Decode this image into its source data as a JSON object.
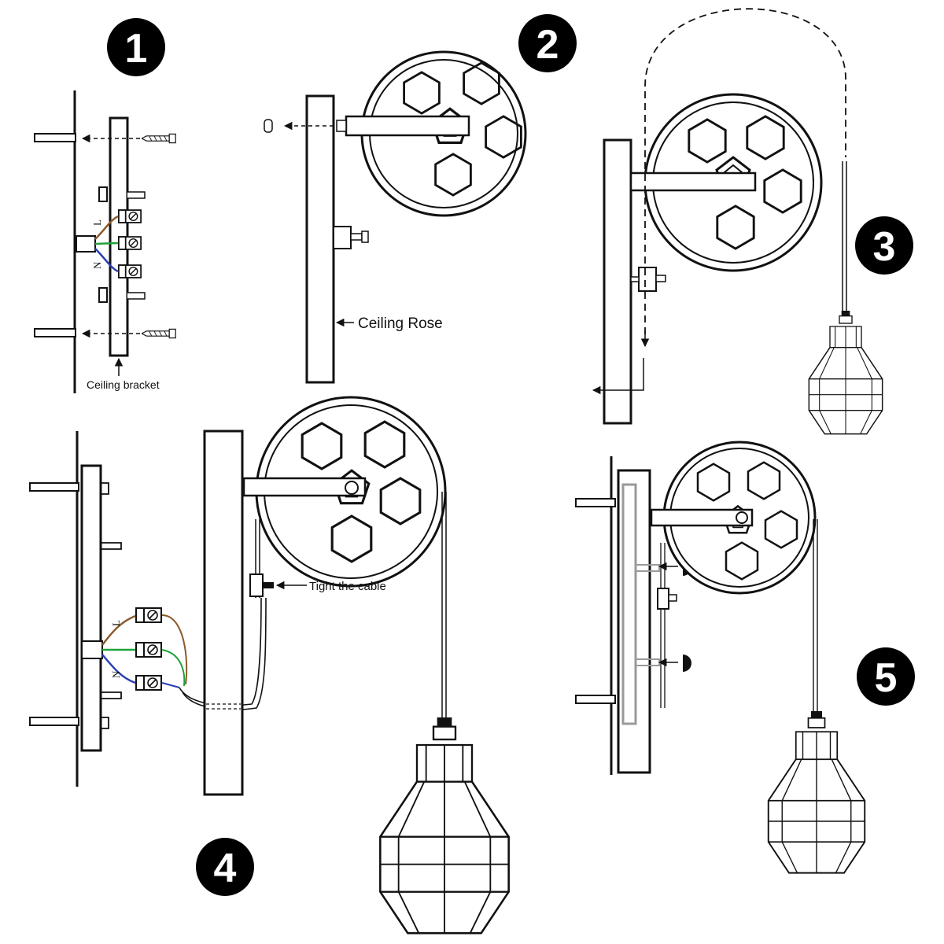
{
  "steps": [
    {
      "number": "1",
      "labels": {
        "ceiling_bracket": "Ceiling bracket"
      }
    },
    {
      "number": "2",
      "labels": {
        "ceiling_rose": "Ceiling Rose"
      }
    },
    {
      "number": "3"
    },
    {
      "number": "4",
      "labels": {
        "tight_cable": "Tight the cable"
      }
    },
    {
      "number": "5"
    }
  ],
  "wire_labels": {
    "live": "L",
    "neutral": "N"
  },
  "colors": {
    "line": "#111111",
    "badge": "#000000",
    "wire_live": "#8b5a2b",
    "wire_earth": "#1fa33a",
    "wire_neutral": "#2a3fb0",
    "grey_outline": "#9a9a9a"
  }
}
